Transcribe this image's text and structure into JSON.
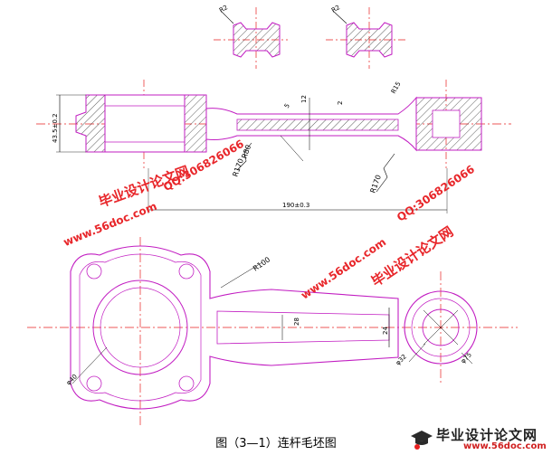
{
  "caption": "图（3—1）连杆毛坯图",
  "watermarks": {
    "site_cn": "毕业设计论文网",
    "url": "www.56doc.com",
    "qq": "QQ:306826066"
  },
  "logo": {
    "text": "毕业设计论文网",
    "url": "www.56doc.com"
  },
  "dimensions": {
    "top_left_height": "43.5±0.2",
    "web_thickness": "12",
    "center_distance": "190±0.3",
    "r15": "R15",
    "r170_left": "R170",
    "r80": "R80",
    "r170_right": "R170",
    "r100": "R100",
    "d28": "28",
    "d24": "24",
    "d32": "φ32",
    "d40": "φ40",
    "d75": "φ75",
    "d2": "2",
    "d5": "5",
    "section_a": "R2",
    "section_b": "R2"
  },
  "colors": {
    "outline": "#c21ec2",
    "centerline": "#e82020",
    "hatch": "#303030",
    "watermark": "#e8262a"
  }
}
